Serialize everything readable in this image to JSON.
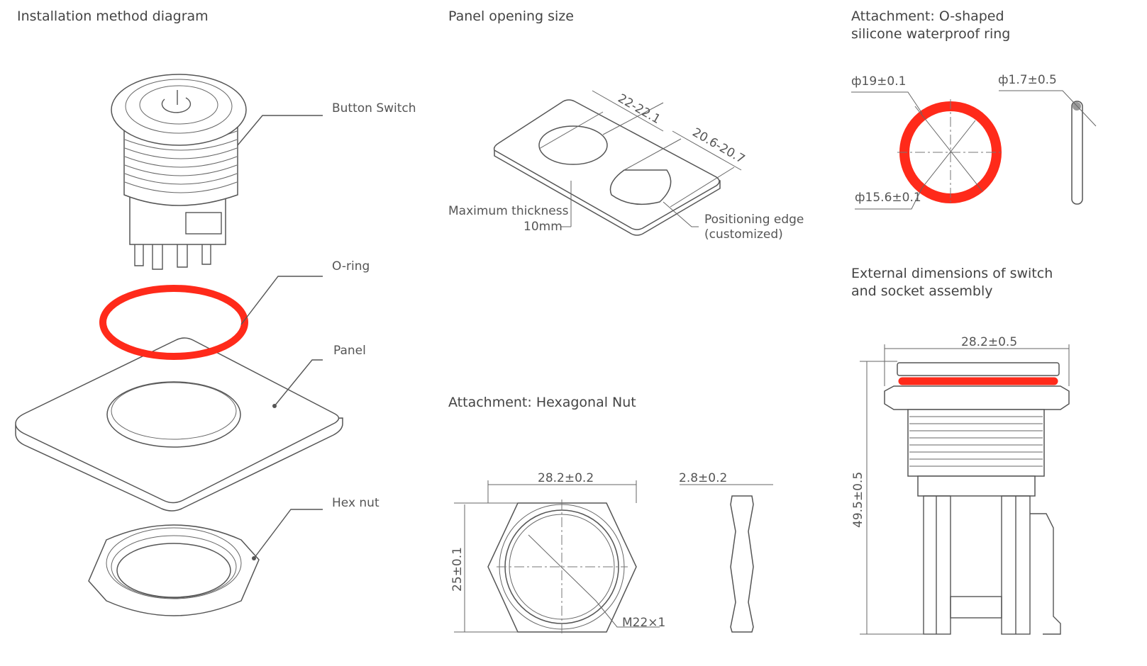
{
  "sections": {
    "installation": {
      "title": "Installation method diagram",
      "labels": [
        "Button Switch",
        "O-ring",
        "Panel",
        "Hex nut"
      ]
    },
    "panel_opening": {
      "title": "Panel opening size",
      "dim_round": "22-22.1",
      "dim_edge": "20.6-20.7",
      "thickness_label": "Maximum thickness",
      "thickness_value": "10mm",
      "edge_label": "Positioning edge",
      "edge_note": "(customized)"
    },
    "oring": {
      "title_line1": "Attachment: O-shaped",
      "title_line2": "silicone waterproof ring",
      "outer_dia": "ф19±0.1",
      "inner_dia": "ф15.6±0.1",
      "cross_section": "ф1.7±0.5"
    },
    "hex_nut": {
      "title": "Attachment:  Hexagonal Nut",
      "width": "28.2±0.2",
      "height": "25±0.1",
      "thread": "M22×1",
      "thickness": "2.8±0.2"
    },
    "external": {
      "title_line1": "External dimensions of switch",
      "title_line2": "and socket assembly",
      "width": "28.2±0.5",
      "height": "49.5±0.5"
    }
  },
  "colors": {
    "ring": "#ff2a1a",
    "line": "#555555"
  }
}
